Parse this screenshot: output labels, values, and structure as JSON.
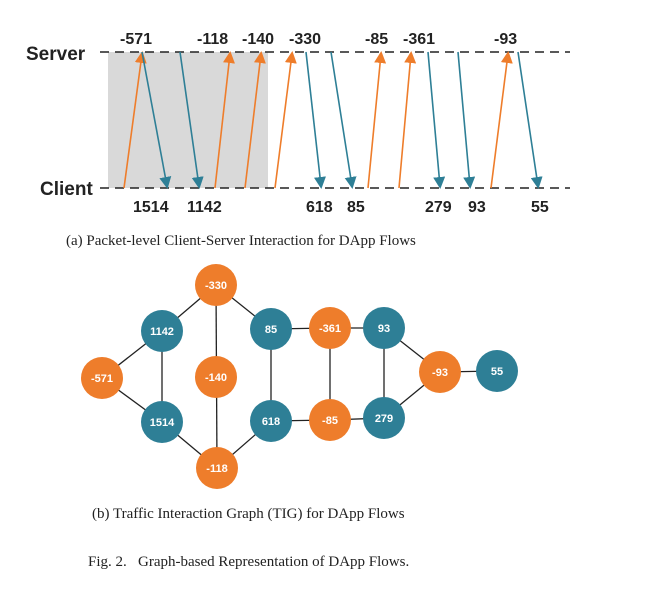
{
  "colors": {
    "orange": "#ee7d2b",
    "teal": "#2e7f96",
    "shade": "#d9d9d9",
    "line": "#222222"
  },
  "part_a": {
    "server_label": "Server",
    "client_label": "Client",
    "caption": "(a) Packet-level Client-Server Interaction for DApp Flows",
    "server_values": [
      "-571",
      "-118",
      "-140",
      "-330",
      "-85",
      "-361",
      "-93"
    ],
    "client_values": [
      "1514",
      "1142",
      "618",
      "85",
      "279",
      "93",
      "55"
    ],
    "packets": [
      {
        "dir": "up",
        "label": "-571"
      },
      {
        "dir": "down",
        "label": "1514"
      },
      {
        "dir": "down",
        "label": "1142"
      },
      {
        "dir": "up",
        "label": "-118"
      },
      {
        "dir": "up",
        "label": "-140"
      },
      {
        "dir": "up",
        "label": "-330"
      },
      {
        "dir": "down",
        "label": "618"
      },
      {
        "dir": "down",
        "label": "85"
      },
      {
        "dir": "up",
        "label": "-85"
      },
      {
        "dir": "up",
        "label": "-361"
      },
      {
        "dir": "down",
        "label": "279"
      },
      {
        "dir": "down",
        "label": "93"
      },
      {
        "dir": "up",
        "label": "-93"
      },
      {
        "dir": "down",
        "label": "55"
      }
    ]
  },
  "part_b": {
    "caption": "(b) Traffic Interaction Graph (TIG) for DApp Flows",
    "nodes": [
      {
        "id": "n571",
        "label": "-571",
        "kind": "orange"
      },
      {
        "id": "n1142",
        "label": "1142",
        "kind": "teal"
      },
      {
        "id": "n1514",
        "label": "1514",
        "kind": "teal"
      },
      {
        "id": "n330",
        "label": "-330",
        "kind": "orange"
      },
      {
        "id": "n140",
        "label": "-140",
        "kind": "orange"
      },
      {
        "id": "n118",
        "label": "-118",
        "kind": "orange"
      },
      {
        "id": "n85",
        "label": "85",
        "kind": "teal"
      },
      {
        "id": "n618",
        "label": "618",
        "kind": "teal"
      },
      {
        "id": "n361",
        "label": "-361",
        "kind": "orange"
      },
      {
        "id": "nm85",
        "label": "-85",
        "kind": "orange"
      },
      {
        "id": "n93",
        "label": "93",
        "kind": "teal"
      },
      {
        "id": "n279",
        "label": "279",
        "kind": "teal"
      },
      {
        "id": "nm93",
        "label": "-93",
        "kind": "orange"
      },
      {
        "id": "n55",
        "label": "55",
        "kind": "teal"
      }
    ],
    "edges": [
      [
        "n571",
        "n1142"
      ],
      [
        "n571",
        "n1514"
      ],
      [
        "n1142",
        "n1514"
      ],
      [
        "n1142",
        "n330"
      ],
      [
        "n1514",
        "n118"
      ],
      [
        "n330",
        "n118"
      ],
      [
        "n330",
        "n85"
      ],
      [
        "n118",
        "n618"
      ],
      [
        "n85",
        "n618"
      ],
      [
        "n85",
        "n361"
      ],
      [
        "n361",
        "n93"
      ],
      [
        "n361",
        "nm85"
      ],
      [
        "n618",
        "nm85"
      ],
      [
        "nm85",
        "n279"
      ],
      [
        "n93",
        "n279"
      ],
      [
        "n93",
        "nm93"
      ],
      [
        "n279",
        "nm93"
      ],
      [
        "nm93",
        "n55"
      ]
    ]
  },
  "figure_caption": "Fig. 2.   Graph-based Representation of DApp Flows."
}
